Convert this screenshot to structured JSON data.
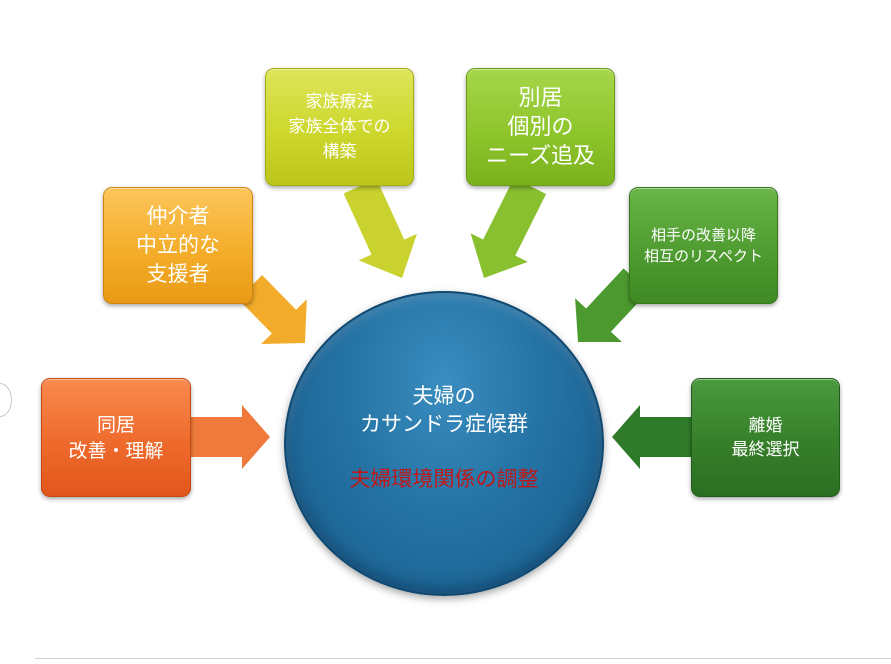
{
  "center": {
    "title_lines": [
      "夫婦の",
      "カサンドラ症候群"
    ],
    "subtitle": "夫婦環境関係の調整"
  },
  "nodes": {
    "cohabit": {
      "lines": [
        "同居",
        "改善・理解"
      ],
      "color": "#ee6a2c"
    },
    "mediator": {
      "lines": [
        "仲介者",
        "中立的な",
        "支援者"
      ],
      "color": "#f4ad2a"
    },
    "family": {
      "lines": [
        "家族療法",
        "家族全体での",
        "構築"
      ],
      "color": "#cdd72c"
    },
    "separate": {
      "lines": [
        "別居",
        "個別の",
        "ニーズ追及"
      ],
      "color": "#8ec52c"
    },
    "respect": {
      "lines": [
        "相手の改善以降",
        "相互のリスペクト"
      ],
      "color": "#4f9c31"
    },
    "divorce": {
      "lines": [
        "離婚",
        "最終選択"
      ],
      "color": "#367f2a"
    }
  },
  "arrows": [
    {
      "from": "cohabit",
      "color": "#f07a3c"
    },
    {
      "from": "mediator",
      "color": "#f2ab2a"
    },
    {
      "from": "family",
      "color": "#c9d22e"
    },
    {
      "from": "separate",
      "color": "#89c030"
    },
    {
      "from": "respect",
      "color": "#4c9a2f"
    },
    {
      "from": "divorce",
      "color": "#2f7a28"
    }
  ]
}
